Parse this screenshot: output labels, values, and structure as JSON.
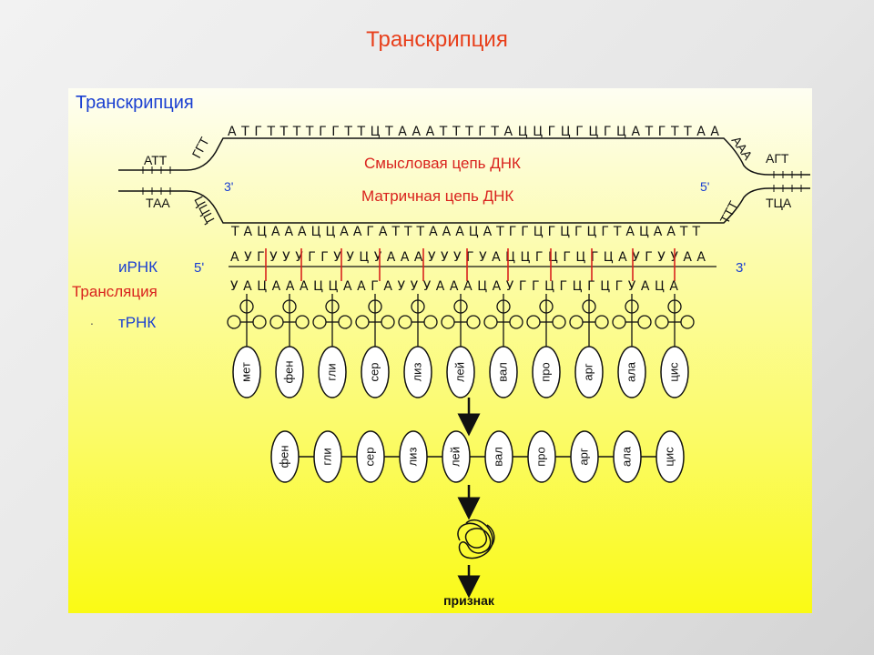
{
  "slide_title": "Транскрипция",
  "diagram": {
    "heading": "Транскрипция",
    "sense_top_seq": "АТГТТТТГГТТЦТАААТТТГТАЦЦГЦГЦГЦАТГТТАА",
    "template_bottom_seq": "ТАЦАААЦЦААГАТТТАААЦАТГГЦГЦГЦГТАЦААТТ",
    "sense_label": "Смысловая цепь ДНК",
    "template_label": "Матричная цепь ДНК",
    "left_top_codon": "АТТ",
    "left_bottom_codon": "ТАА",
    "left_diag_top": "ГГТ",
    "left_diag_bottom": "ЦЦЦ",
    "right_top_codon": "АГТ",
    "right_bottom_codon": "ТЦА",
    "right_diag_top": "ААА",
    "right_diag_bottom": "ТТТ",
    "prime3_left": "3ʹ",
    "prime5_right": "5ʹ",
    "mrna_label": "иРНК",
    "mrna_5prime": "5ʹ",
    "mrna_3prime": "3ʹ",
    "mrna_seq": "АУГУУУГГУУЦУАААУУУГУАЦЦГЦГЦГЦАУГУУАА",
    "translation_label": "Трансляция",
    "anticodon_seq": "УАЦАААЦЦААГАУУУАААЦАУГГЦГЦГЦГУАЦА",
    "trna_label": "тРНК",
    "dot": ".",
    "amino_acids_row1": [
      "мет",
      "фен",
      "гли",
      "сер",
      "лиз",
      "лей",
      "вал",
      "про",
      "арг",
      "ала",
      "цис"
    ],
    "amino_acids_row2": [
      "фен",
      "гли",
      "сер",
      "лиз",
      "лей",
      "вал",
      "про",
      "арг",
      "ала",
      "цис"
    ],
    "result_label": "признак"
  },
  "colors": {
    "title": "#e8401c",
    "red_text": "#d9231e",
    "blue_text": "#1a3fd1",
    "codon_divider": "#d9231e"
  }
}
